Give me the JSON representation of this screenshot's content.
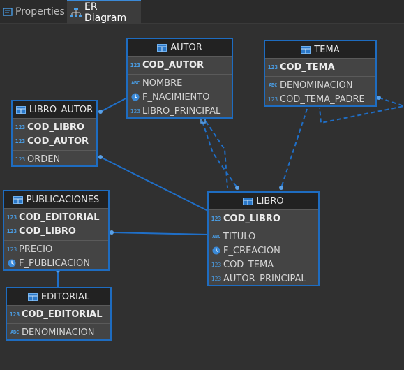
{
  "tabs": [
    {
      "label": "Properties",
      "active": false,
      "icon": "properties-icon"
    },
    {
      "label": "ER Diagram",
      "active": true,
      "icon": "er-diagram-icon"
    }
  ],
  "colors": {
    "accent": "#1e6cc0",
    "link": "#1f6fc8",
    "background": "#303030",
    "entity_body": "#444444",
    "entity_header": "#222222"
  },
  "entities": {
    "autor": {
      "name": "AUTOR",
      "keys": [
        {
          "label": "COD_AUTOR",
          "type": "123"
        }
      ],
      "attributes": [
        {
          "label": "NOMBRE",
          "type": "abc"
        },
        {
          "label": "F_NACIMIENTO",
          "type": "date"
        },
        {
          "label": "LIBRO_PRINCIPAL",
          "type": "123"
        }
      ]
    },
    "tema": {
      "name": "TEMA",
      "keys": [
        {
          "label": "COD_TEMA",
          "type": "123"
        }
      ],
      "attributes": [
        {
          "label": "DENOMINACION",
          "type": "abc"
        },
        {
          "label": "COD_TEMA_PADRE",
          "type": "123"
        }
      ]
    },
    "libro_autor": {
      "name": "LIBRO_AUTOR",
      "keys": [
        {
          "label": "COD_LIBRO",
          "type": "123"
        },
        {
          "label": "COD_AUTOR",
          "type": "123"
        }
      ],
      "attributes": [
        {
          "label": "ORDEN",
          "type": "123"
        }
      ]
    },
    "publicaciones": {
      "name": "PUBLICACIONES",
      "keys": [
        {
          "label": "COD_EDITORIAL",
          "type": "123"
        },
        {
          "label": "COD_LIBRO",
          "type": "123"
        }
      ],
      "attributes": [
        {
          "label": "PRECIO",
          "type": "123"
        },
        {
          "label": "F_PUBLICACION",
          "type": "date"
        }
      ]
    },
    "libro": {
      "name": "LIBRO",
      "keys": [
        {
          "label": "COD_LIBRO",
          "type": "123"
        }
      ],
      "attributes": [
        {
          "label": "TITULO",
          "type": "abc"
        },
        {
          "label": "F_CREACION",
          "type": "date"
        },
        {
          "label": "COD_TEMA",
          "type": "123"
        },
        {
          "label": "AUTOR_PRINCIPAL",
          "type": "123"
        }
      ]
    },
    "editorial": {
      "name": "EDITORIAL",
      "keys": [
        {
          "label": "COD_EDITORIAL",
          "type": "123"
        }
      ],
      "attributes": [
        {
          "label": "DENOMINACION",
          "type": "abc"
        }
      ]
    }
  }
}
